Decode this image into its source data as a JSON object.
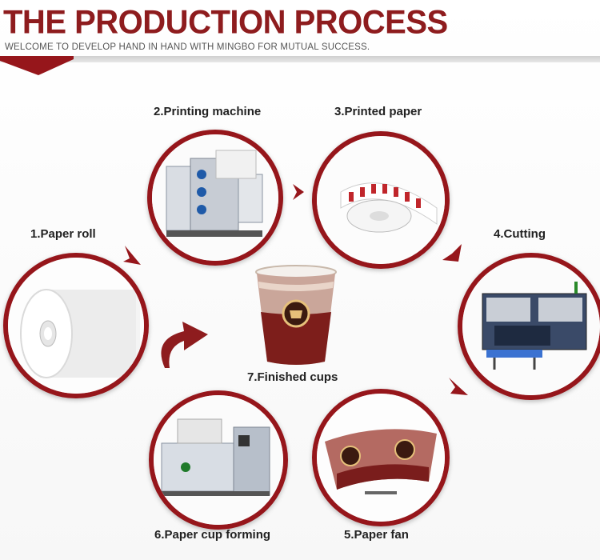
{
  "header": {
    "title": "THE PRODUCTION PROCESS",
    "subtitle": "WELCOME TO DEVELOP HAND IN HAND WITH MINGBO FOR MUTUAL SUCCESS."
  },
  "steps": [
    {
      "label": "1.Paper roll",
      "icon": "paper-roll"
    },
    {
      "label": "2.Printing machine",
      "icon": "printing-machine"
    },
    {
      "label": "3.Printed paper",
      "icon": "printed-paper"
    },
    {
      "label": "4.Cutting",
      "icon": "cutting-machine"
    },
    {
      "label": "5.Paper fan",
      "icon": "paper-fan"
    },
    {
      "label": "6.Paper cup forming",
      "icon": "cup-forming-machine"
    },
    {
      "label": "7.Finished cups",
      "icon": "paper-cup"
    }
  ],
  "colors": {
    "accent": "#96161b",
    "title": "#8e1c1e"
  }
}
